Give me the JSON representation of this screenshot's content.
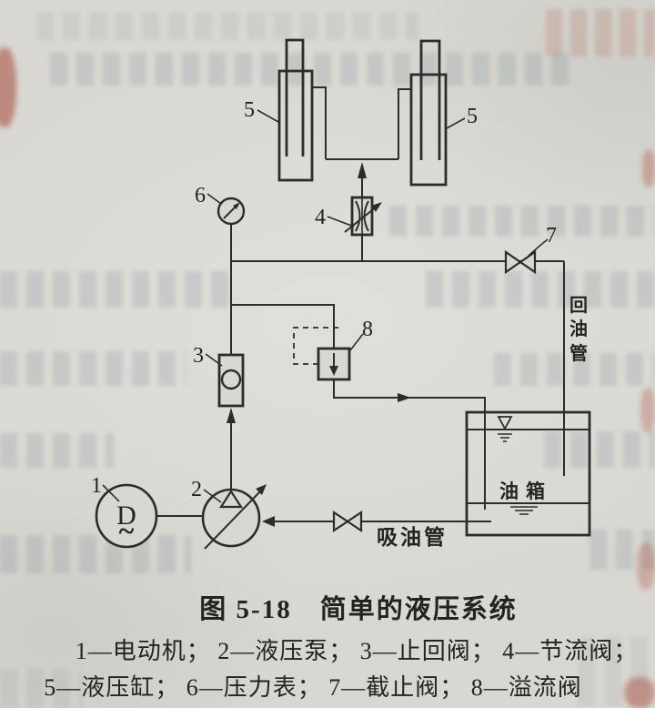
{
  "figure": {
    "caption": "图 5-18　简单的液压系统",
    "legend_line1": "1—电动机； 2—液压泵； 3—止回阀； 4—节流阀；",
    "legend_line2": "5—液压缸； 6—压力表； 7—截止阀； 8—溢流阀"
  },
  "components": [
    {
      "num": "1",
      "name": "电动机"
    },
    {
      "num": "2",
      "name": "液压泵"
    },
    {
      "num": "3",
      "name": "止回阀"
    },
    {
      "num": "4",
      "name": "节流阀"
    },
    {
      "num": "5",
      "name": "液压缸"
    },
    {
      "num": "6",
      "name": "压力表"
    },
    {
      "num": "7",
      "name": "截止阀"
    },
    {
      "num": "8",
      "name": "溢流阀"
    }
  ],
  "callouts": {
    "motor": "1",
    "pump": "2",
    "check_valve": "3",
    "throttle_valve": "4",
    "cylinder_left": "5",
    "cylinder_right": "5",
    "pressure_gauge": "6",
    "stop_valve": "7",
    "relief_valve": "8"
  },
  "labels": {
    "oil_tank": "油箱",
    "suction_pipe": "吸油管",
    "return_pipe": "回油管",
    "return_pipe_chars": [
      "回",
      "油",
      "管"
    ],
    "motor_letter": "D",
    "motor_wave": "~"
  },
  "colors": {
    "paper": "#d8d7d1",
    "ink": "#2e2c27",
    "text": "#25231e",
    "ghost_blue": "#788996",
    "red_mark": "#a84a3a"
  }
}
